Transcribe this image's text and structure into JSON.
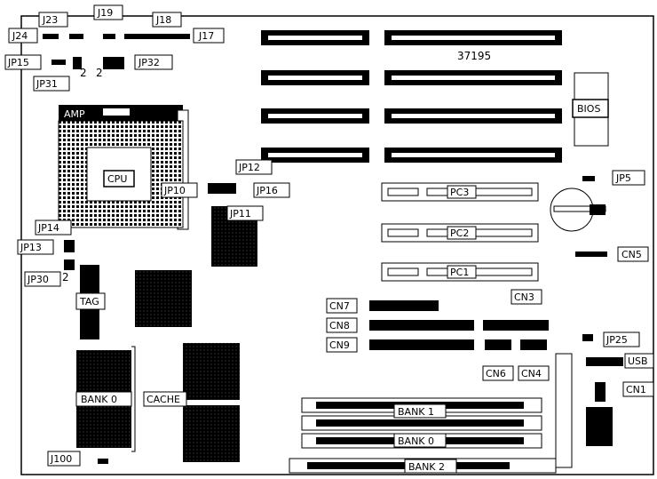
{
  "board_number": "37195",
  "processor": {
    "brand": "AMP",
    "label": "CPU"
  },
  "bios": "BIOS",
  "cache": "CACHE",
  "tag": "TAG",
  "pin_marker": "2",
  "labels": {
    "J24": "J24",
    "J23": "J23",
    "J19": "J19",
    "J18": "J18",
    "J17": "J17",
    "JP15": "JP15",
    "JP31": "JP31",
    "JP32": "JP32",
    "JP12": "JP12",
    "JP10": "JP10",
    "JP16": "JP16",
    "JP11": "JP11",
    "JP5": "JP5",
    "JP14": "JP14",
    "JP13": "JP13",
    "JP30": "JP30",
    "CN5": "CN5",
    "PC3": "PC3",
    "PC2": "PC2",
    "PC1": "PC1",
    "CN7": "CN7",
    "CN8": "CN8",
    "CN9": "CN9",
    "CN3": "CN3",
    "CN6": "CN6",
    "CN4": "CN4",
    "JP25": "JP25",
    "USB": "USB",
    "CN1": "CN1",
    "BANK0_cache": "BANK 0",
    "BANK1": "BANK 1",
    "BANK0": "BANK 0",
    "BANK2": "BANK 2",
    "J100": "J100"
  }
}
